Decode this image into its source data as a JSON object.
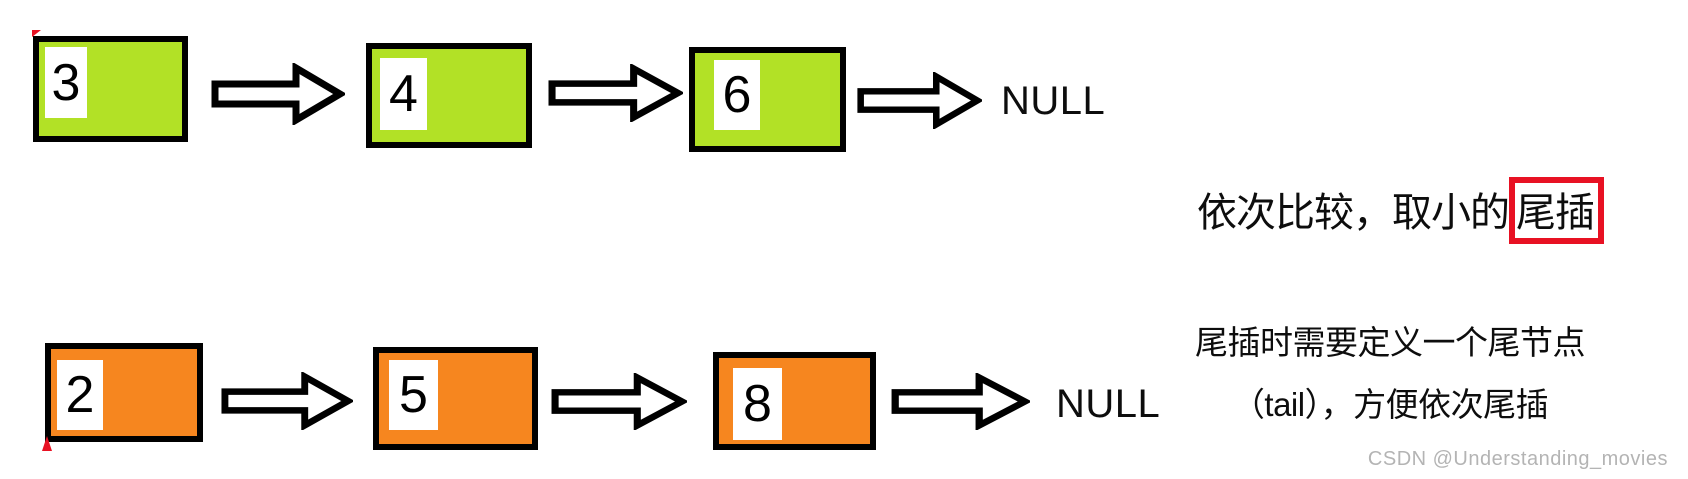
{
  "colors": {
    "node_green": "#b2e126",
    "node_orange": "#f6861f",
    "highlight_red": "#e81123",
    "text": "#0d0d0d",
    "watermark_gray": "#b4b4b4"
  },
  "green_list": {
    "values": [
      "3",
      "4",
      "6"
    ],
    "terminator": "NULL"
  },
  "orange_list": {
    "values": [
      "2",
      "5",
      "8"
    ],
    "terminator": "NULL"
  },
  "annotation_top": {
    "text": "依次比较，取小的",
    "highlight": "尾插"
  },
  "annotation_bottom": {
    "line1": "尾插时需要定义一个尾节点",
    "line2": "（tail），方便依次尾插"
  },
  "watermark": "CSDN @Understanding_movies"
}
